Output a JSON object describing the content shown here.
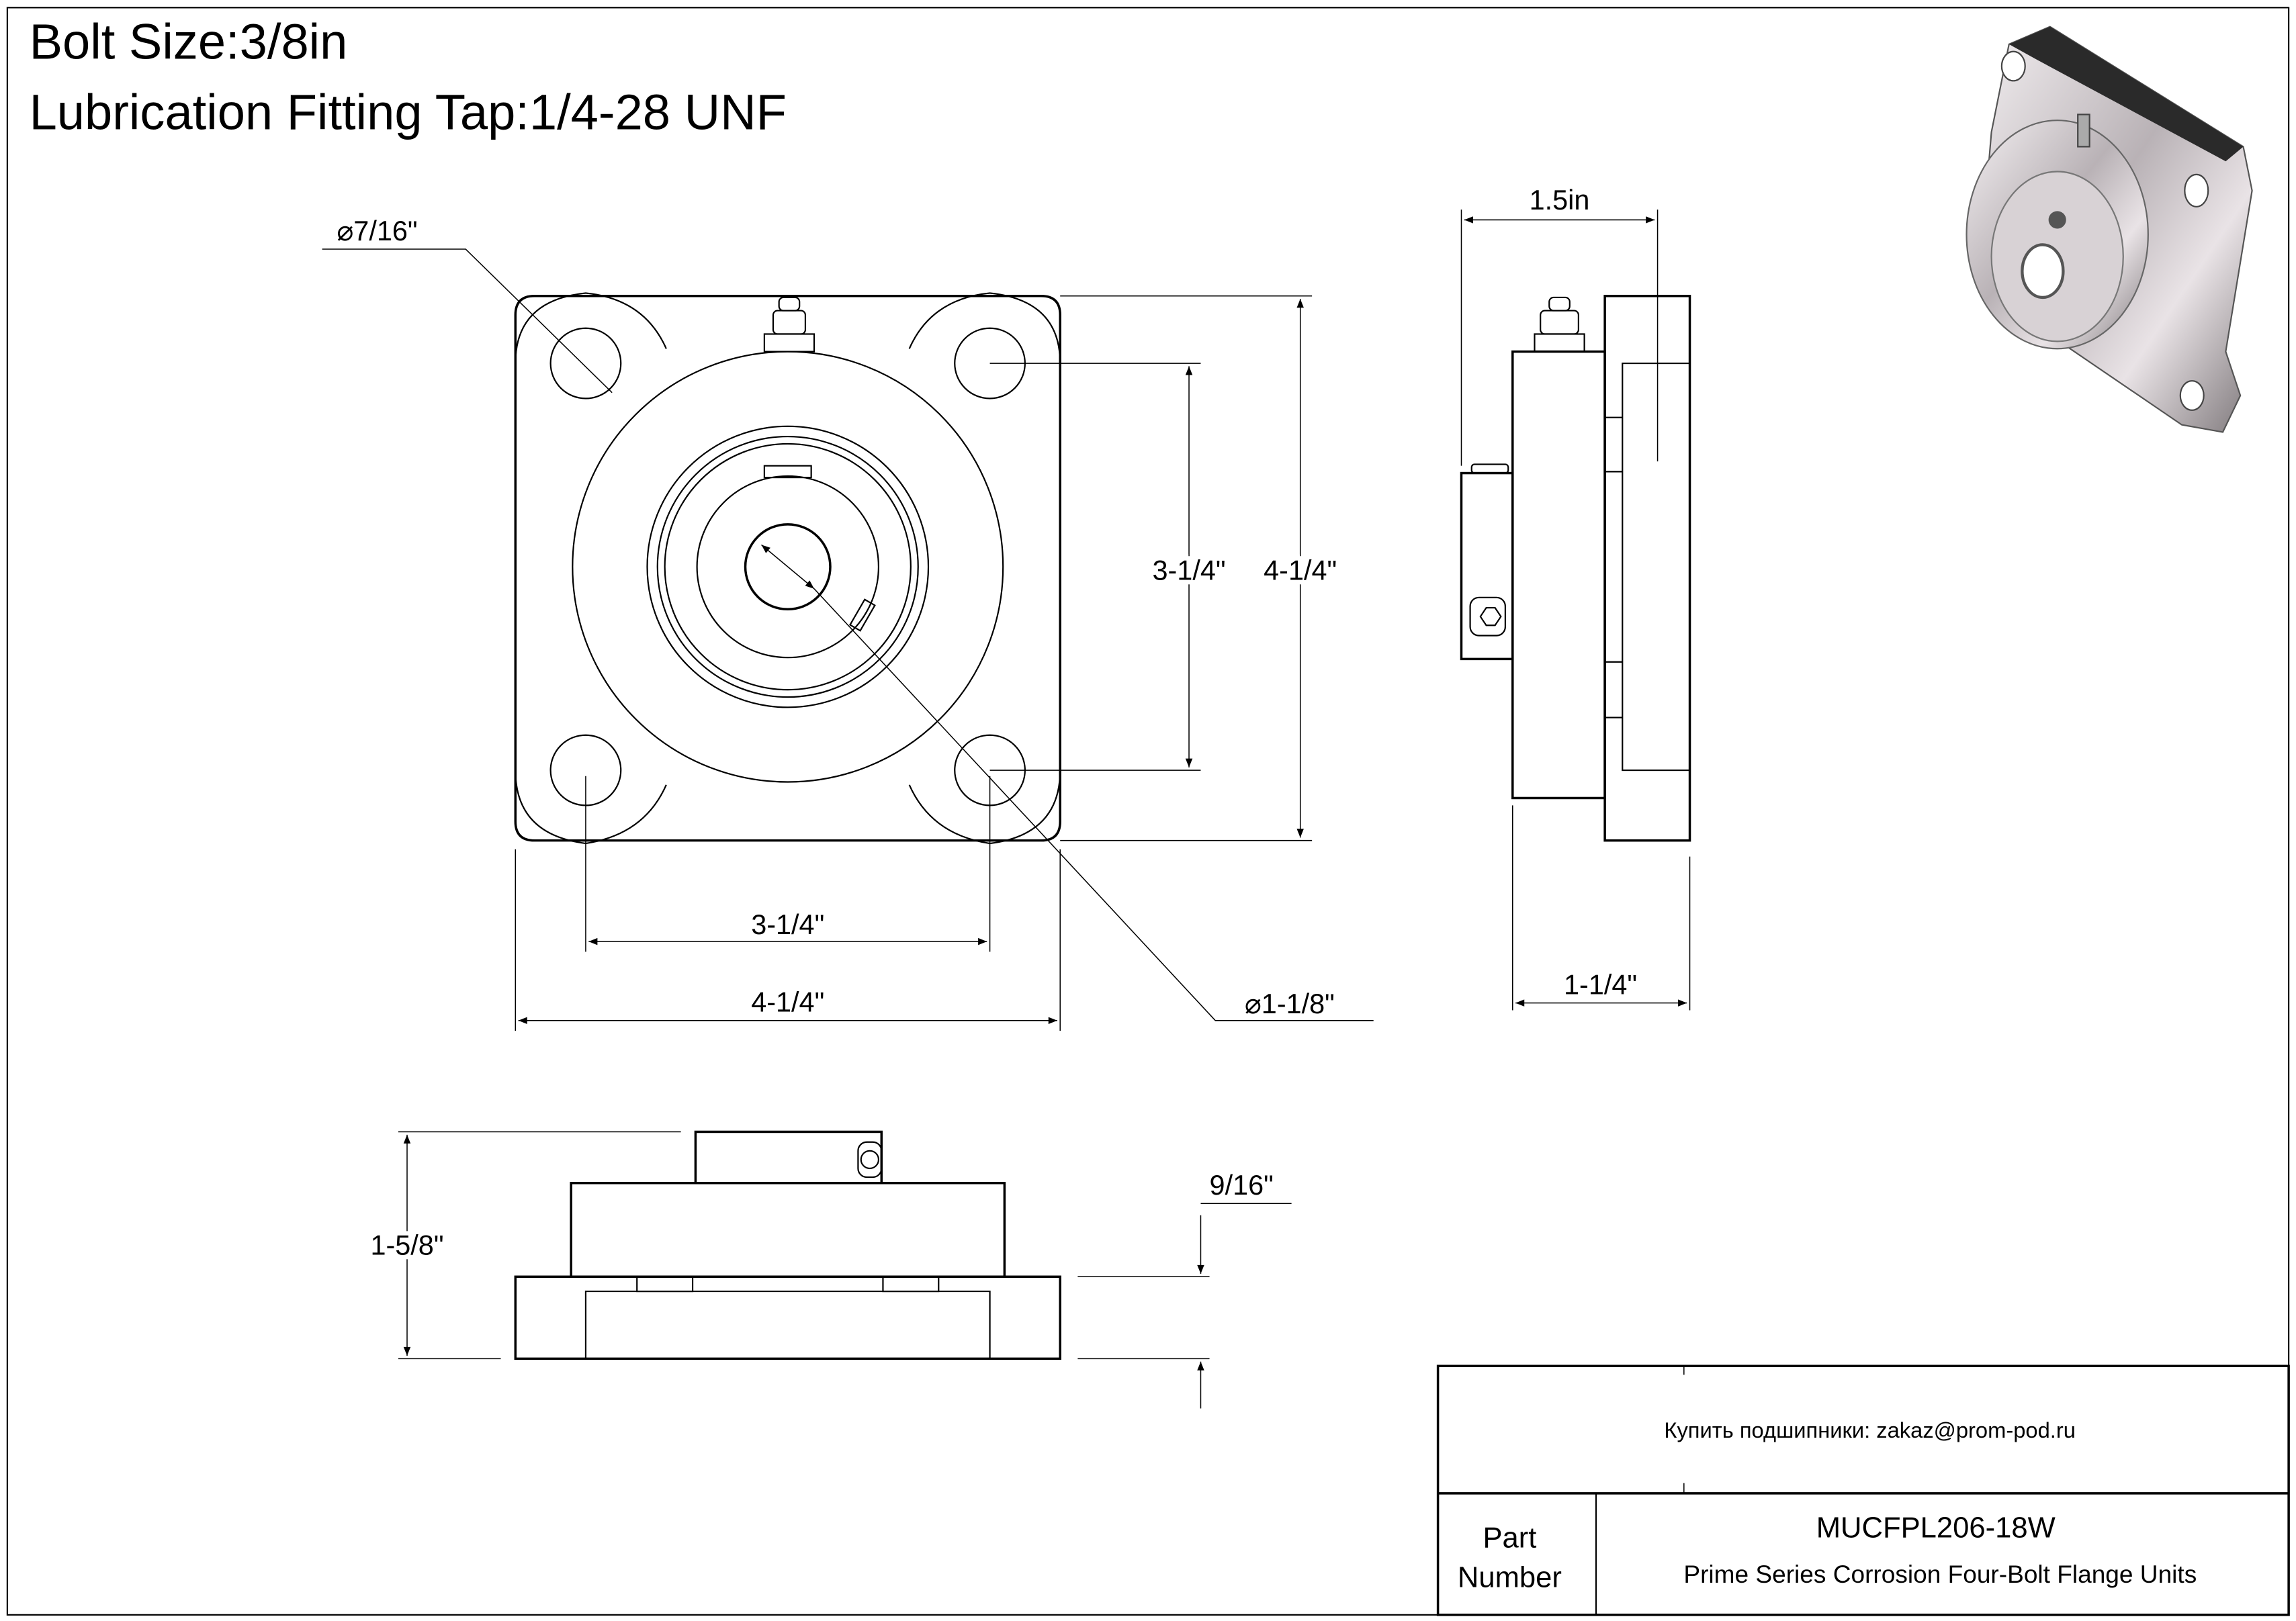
{
  "header": {
    "bolt_size": "Bolt Size:3/8in",
    "lubrication": "Lubrication Fitting Tap:1/4-28 UNF"
  },
  "front_view": {
    "bolt_hole_dia": "⌀7/16\"",
    "bolt_spacing_vertical": "3-1/4\"",
    "overall_height": "4-1/4\"",
    "bolt_spacing_horizontal": "3-1/4\"",
    "overall_width": "4-1/4\"",
    "bore_dia": "⌀1-1/8\""
  },
  "side_view": {
    "overall_length": "1.5in",
    "base_to_flange": "1-1/4\""
  },
  "bottom_view": {
    "overall_height": "1-5/8\"",
    "flange_thickness": "9/16\""
  },
  "title_block": {
    "contact": "Купить подшипники: zakaz@prom-pod.ru",
    "part_label_line1": "Part",
    "part_label_line2": "Number",
    "part_number": "MUCFPL206-18W",
    "description": "Prime Series Corrosion Four-Bolt Flange Units"
  }
}
